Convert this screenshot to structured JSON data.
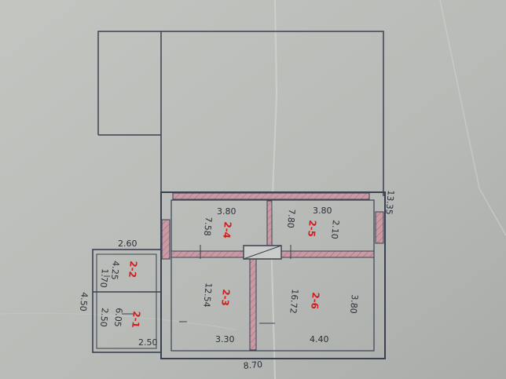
{
  "plan": {
    "overall_width": "8.70",
    "overall_height": "13.35",
    "annex_width": "2.60",
    "annex_height": "4.50",
    "annex_bottom": "2.50",
    "east_side_lower": "3.80"
  },
  "rooms": [
    {
      "id": "2-1",
      "area": "6.05",
      "dim": "2.50"
    },
    {
      "id": "2-2",
      "area": "4.25",
      "dim": "1.70"
    },
    {
      "id": "2-3",
      "area": "12.54",
      "dim": "3.30"
    },
    {
      "id": "2-4",
      "area": "7.58",
      "dim": "3.80"
    },
    {
      "id": "2-5",
      "area": "7.80",
      "dim": "3.80",
      "dim2": "2.10"
    },
    {
      "id": "2-6",
      "area": "16.72",
      "dim": "4.40"
    }
  ],
  "colors": {
    "paper": "#bcbfbb",
    "line": "#3a4150",
    "wall_fill": "#c99aa3",
    "room_label": "#d21d1d"
  }
}
